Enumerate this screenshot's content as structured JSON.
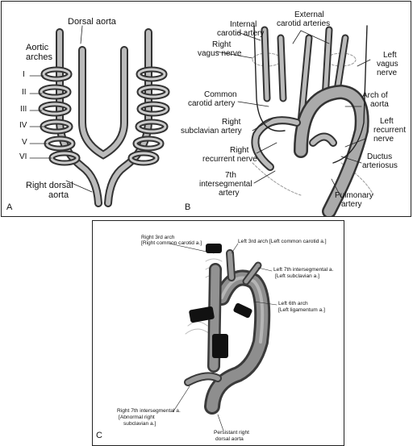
{
  "panelA": {
    "letter": "A",
    "dorsal_aorta": "Dorsal aorta",
    "aortic_arches_1": "Aortic",
    "aortic_arches_2": "arches",
    "arches": [
      "I",
      "II",
      "III",
      "IV",
      "V",
      "VI"
    ],
    "right_dorsal_aorta_1": "Right dorsal",
    "right_dorsal_aorta_2": "aorta"
  },
  "panelB": {
    "letter": "B",
    "internal_carotid_1": "Internal",
    "internal_carotid_2": "carotid artery",
    "external_carotid_1": "External",
    "external_carotid_2": "carotid arteries",
    "right_vagus_1": "Right",
    "right_vagus_2": "vagus nerve",
    "left_vagus_1": "Left",
    "left_vagus_2": "vagus",
    "left_vagus_3": "nerve",
    "common_carotid_1": "Common",
    "common_carotid_2": "carotid artery",
    "arch_aorta_1": "Arch of",
    "arch_aorta_2": "aorta",
    "right_subclavian_1": "Right",
    "right_subclavian_2": "subclavian artery",
    "left_recurrent_1": "Left",
    "left_recurrent_2": "recurrent",
    "left_recurrent_3": "nerve",
    "right_recurrent_1": "Right",
    "right_recurrent_2": "recurrent nerve",
    "ductus_1": "Ductus",
    "ductus_2": "arteriosus",
    "seventh_1": "7th",
    "seventh_2": "intersegmental",
    "seventh_3": "artery",
    "pulmonary_1": "Pulmonary",
    "pulmonary_2": "artery"
  },
  "panelC": {
    "letter": "C",
    "right3_1": "Right 3rd arch",
    "right3_2": "[Right common carotid a.]",
    "left3": "Left 3rd arch [Left common carotid a.]",
    "left7_1": "Left 7th intersegmental a.",
    "left7_2": "[Left subclavian a.]",
    "left6_1": "Left 6th arch",
    "left6_2": "[Left ligamentum a.]",
    "right7_1": "Right 7th intersegmental a.",
    "right7_2": "[Abnormal right",
    "right7_3": "subclavian a.]",
    "persist_1": "Persistant right",
    "persist_2": "dorsal aorta"
  }
}
